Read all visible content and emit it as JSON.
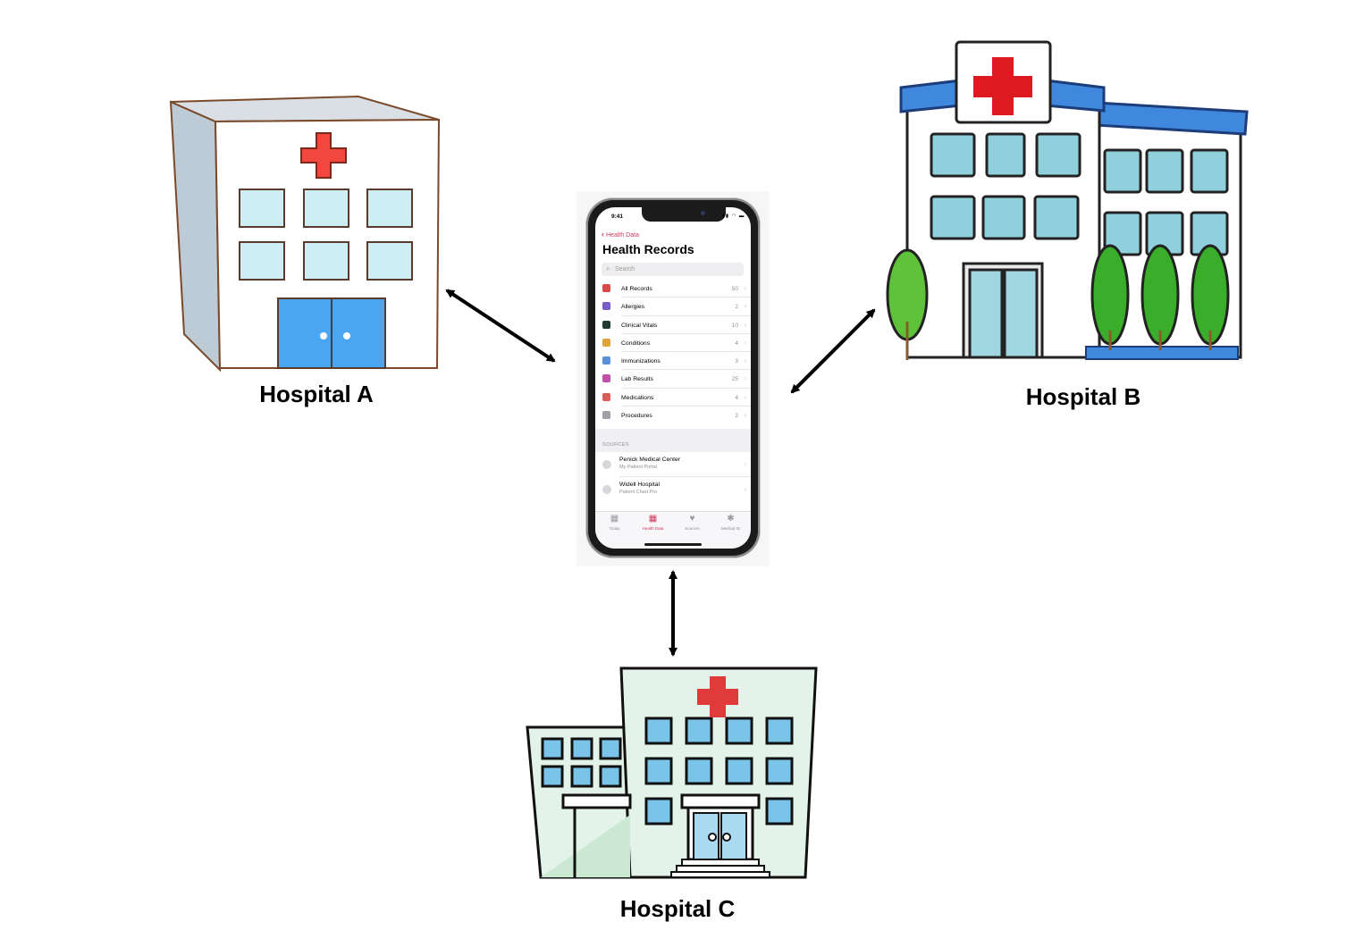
{
  "hospitals": [
    {
      "id": "a",
      "label": "Hospital A"
    },
    {
      "id": "b",
      "label": "Hospital B"
    },
    {
      "id": "c",
      "label": "Hospital C"
    }
  ],
  "phone": {
    "status_time": "9:41",
    "back_label": "Health Data",
    "title": "Health Records",
    "search_placeholder": "Search",
    "records": [
      {
        "label": "All Records",
        "count": "50",
        "icon_color": "#d94a4a",
        "icon": "calendar-icon"
      },
      {
        "label": "Allergies",
        "count": "2",
        "icon_color": "#7a5cc9",
        "icon": "allergy-icon"
      },
      {
        "label": "Clinical Vitals",
        "count": "10",
        "icon_color": "#1f3a2f",
        "icon": "vitals-icon"
      },
      {
        "label": "Conditions",
        "count": "4",
        "icon_color": "#e0a33a",
        "icon": "stethoscope-icon"
      },
      {
        "label": "Immunizations",
        "count": "3",
        "icon_color": "#5b8fd9",
        "icon": "syringe-icon"
      },
      {
        "label": "Lab Results",
        "count": "25",
        "icon_color": "#c24fa8",
        "icon": "test-tube-icon"
      },
      {
        "label": "Medications",
        "count": "4",
        "icon_color": "#e05a5a",
        "icon": "pill-icon"
      },
      {
        "label": "Procedures",
        "count": "2",
        "icon_color": "#a0a0a8",
        "icon": "clipboard-icon"
      }
    ],
    "sources_title": "SOURCES",
    "sources": [
      {
        "name": "Penick Medical Center",
        "subtitle": "My Patient Portal"
      },
      {
        "name": "Widell Hospital",
        "subtitle": "Patient Chart Pro"
      }
    ],
    "tabs": [
      {
        "label": "Today",
        "icon": "today-icon",
        "active": false
      },
      {
        "label": "Health Data",
        "icon": "health-data-icon",
        "active": true
      },
      {
        "label": "Sources",
        "icon": "sources-icon",
        "active": false
      },
      {
        "label": "Medical ID",
        "icon": "medical-id-icon",
        "active": false
      }
    ],
    "accent_color": "#d13a5e"
  }
}
